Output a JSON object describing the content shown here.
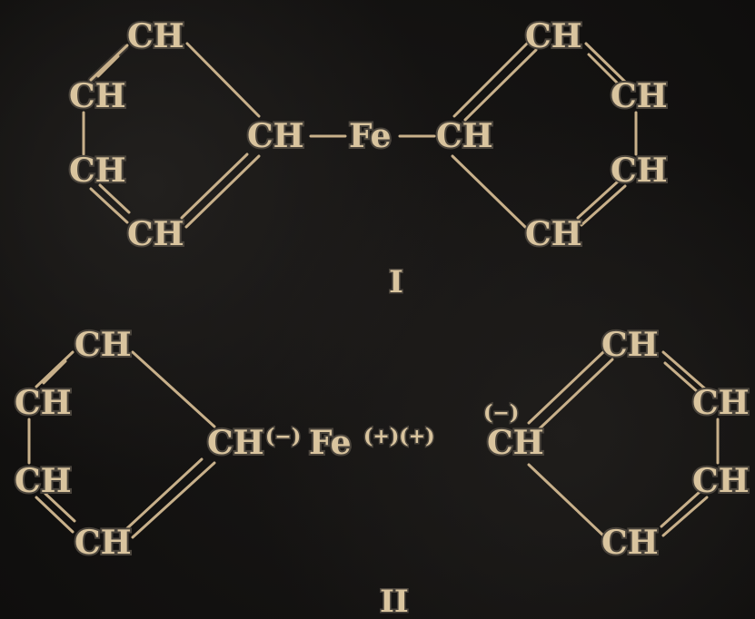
{
  "structure_I": {
    "label": "I",
    "left_ring": {
      "top": "CH",
      "upper": "CH",
      "lower": "CH",
      "bottom": "CH",
      "center": "CH"
    },
    "metal": "Fe",
    "right_ring": {
      "top": "CH",
      "upper": "CH",
      "lower": "CH",
      "bottom": "CH",
      "center": "CH"
    }
  },
  "structure_II": {
    "label": "II",
    "left_ring": {
      "top": "CH",
      "upper": "CH",
      "lower": "CH",
      "bottom": "CH",
      "center": "CH"
    },
    "left_charge": "(−)",
    "metal": "Fe",
    "metal_charges": "(+)(+)",
    "right_charge": "(−)",
    "right_ring": {
      "top": "CH",
      "upper": "CH",
      "lower": "CH",
      "bottom": "CH",
      "center": "CH"
    }
  },
  "colors": {
    "ink": "#d9c49e",
    "bond": "#c8b08a",
    "background": "#141312"
  }
}
